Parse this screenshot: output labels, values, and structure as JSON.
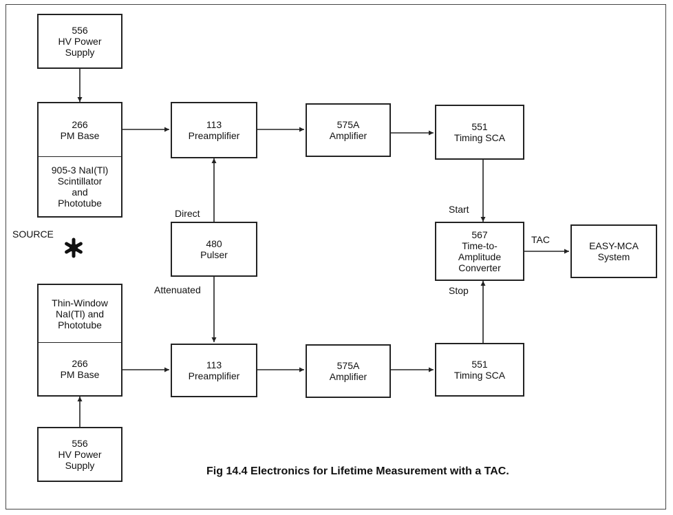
{
  "blocks": {
    "hv_top": [
      "556",
      "HV Power",
      "Supply"
    ],
    "pm_base_top": [
      "266",
      "PM Base"
    ],
    "scintillator_top": [
      "905-3 NaI(Tl)",
      "Scintillator",
      "and",
      "Phototube"
    ],
    "preamp_top": [
      "113",
      "Preamplifier"
    ],
    "amp_top": [
      "575A",
      "Amplifier"
    ],
    "sca_top": [
      "551",
      "Timing SCA"
    ],
    "pulser": [
      "480",
      "Pulser"
    ],
    "tac": [
      "567",
      "Time-to-",
      "Amplitude",
      "Converter"
    ],
    "mca": [
      "EASY-MCA",
      "System"
    ],
    "thin_window": [
      "Thin-Window",
      "NaI(Tl) and",
      "Phototube"
    ],
    "pm_base_bottom": [
      "266",
      "PM Base"
    ],
    "preamp_bottom": [
      "113",
      "Preamplifier"
    ],
    "amp_bottom": [
      "575A",
      "Amplifier"
    ],
    "sca_bottom": [
      "551",
      "Timing SCA"
    ],
    "hv_bottom": [
      "556",
      "HV Power",
      "Supply"
    ]
  },
  "labels": {
    "source": "SOURCE",
    "direct": "Direct",
    "attenuated": "Attenuated",
    "start": "Start",
    "stop": "Stop",
    "tac": "TAC"
  },
  "caption": "Fig 14.4  Electronics for Lifetime Measurement with a TAC."
}
